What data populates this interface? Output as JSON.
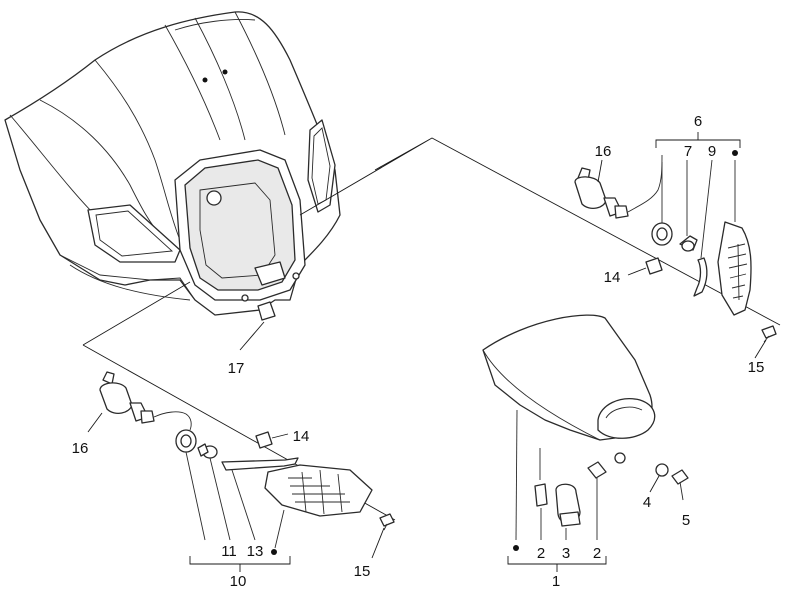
{
  "callouts": {
    "c1": "1",
    "c2a": "2",
    "c2b": "2",
    "c3": "3",
    "c4": "4",
    "c5": "5",
    "c6": "6",
    "c7": "7",
    "c9": "9",
    "c10": "10",
    "c11": "11",
    "c13": "13",
    "c14a": "14",
    "c14b": "14",
    "c15a": "15",
    "c15b": "15",
    "c16a": "16",
    "c16b": "16",
    "c17": "17"
  }
}
